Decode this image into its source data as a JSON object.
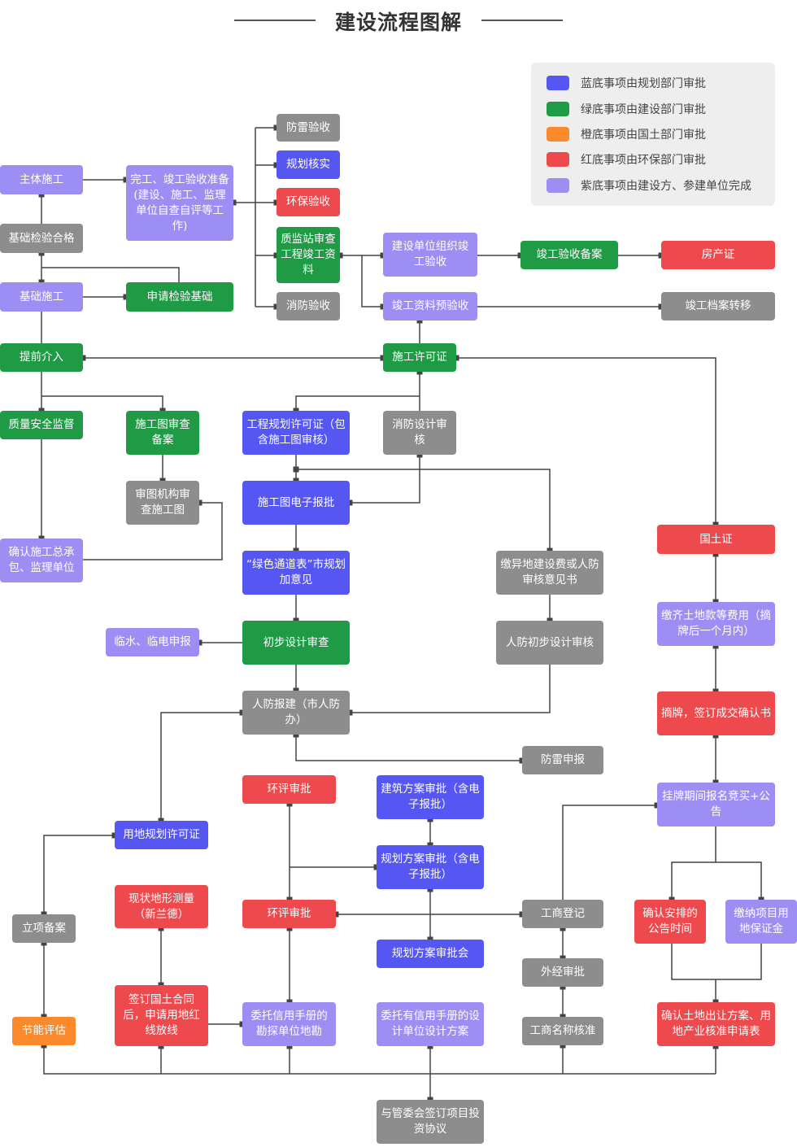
{
  "title": "建设流程图解",
  "legend": [
    {
      "color": "#5656f2",
      "text": "蓝底事项由规划部门审批"
    },
    {
      "color": "#1f9a45",
      "text": "绿底事项由建设部门审批"
    },
    {
      "color": "#fa8a2c",
      "text": "橙底事项由国土部门审批"
    },
    {
      "color": "#ee4a4e",
      "text": "红底事项由环保部门审批"
    },
    {
      "color": "#9d8ef3",
      "text": "紫底事项由建设方、参建单位完成"
    }
  ],
  "nodes": {
    "zhuti": "主体施工",
    "jichu_hege": "基础检验合格",
    "jichu_shigong": "基础施工",
    "wangong": "完工、竣工验收准备(建设、施工、监理单位自查自评等工作)",
    "shenqing_jichu": "申请检验基础",
    "fanglei_ys": "防雷验收",
    "guihua_hs": "规划核实",
    "huanbao_ys": "环保验收",
    "zhijianzhan": "质监站审查工程竣工资料",
    "xiaofang_ys": "消防验收",
    "jianshe_zuzhi": "建设单位组织竣工验收",
    "jungong_beian": "竣工验收备案",
    "fangchan": "房产证",
    "ziliao_yu": "竣工资料预验收",
    "dangan": "竣工档案转移",
    "tiqian": "提前介入",
    "shigong_xk": "施工许可证",
    "zhiliang": "质量安全监督",
    "shigongtu_ba": "施工图审查备案",
    "gongcheng_xk": "工程规划许可证（包含施工图审核）",
    "xiaofang_sj": "消防设计审核",
    "shentu": "审图机构审查施工图",
    "dianzi": "施工图电子报批",
    "queren_zb": "确认施工总承包、监理单位",
    "guotu": "国土证",
    "lvse": "“绿色通道表”市规划加意见",
    "jiaoyi": "缴异地建设费或人防审核意见书",
    "jiaoqi": "缴齐土地款等费用（摘牌后一个月内）",
    "linshui": "临水、临电申报",
    "chubu": "初步设计审查",
    "renfang_cb": "人防初步设计审核",
    "zhaipai": "摘牌，签订成交确认书",
    "renfang_bj": "人防报建（市人防办）",
    "fanglei_sb": "防雷申报",
    "huanping1": "环评审批",
    "jianzhu": "建筑方案审批（含电子报批）",
    "guapai": "挂牌期间报名竞买+公告",
    "yongdi": "用地规划许可证",
    "guihua_fa": "规划方案审批（含电子报批）",
    "xianzhuang": "现状地形测量（新兰德）",
    "huanping2": "环评审批",
    "gongshang_dj": "工商登记",
    "queren_gg": "确认安排的公告时间",
    "jiaona": "缴纳项目用地保证金",
    "lixiang": "立项备案",
    "pihui": "规划方案审批会",
    "waijing": "外经审批",
    "qianding": "签订国土合同后，申请用地红线放线",
    "weituo_kc": "委托信用手册的勘探单位地勘",
    "weituo_sj": "委托有信用手册的设计单位设计方案",
    "gongshang_mc": "工商名称核准",
    "queren_td": "确认土地出让方案、用地产业核准申请表",
    "jieneng": "节能评估",
    "xieyi": "与管委会签订项目投资协议"
  }
}
